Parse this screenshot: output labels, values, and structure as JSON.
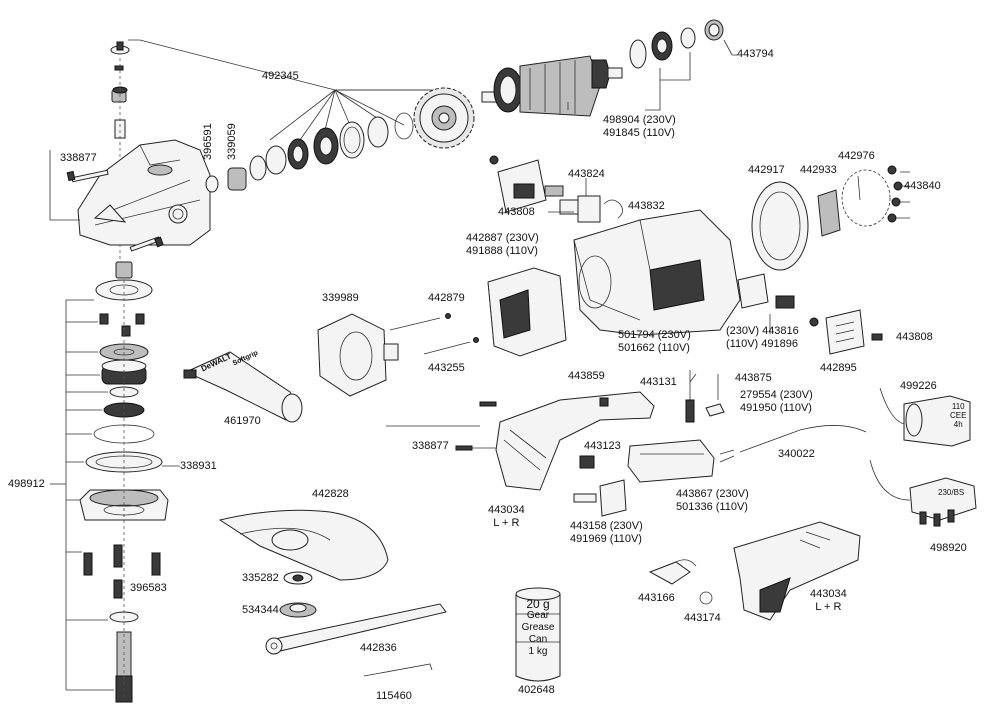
{
  "labels": {
    "p492345": "492345",
    "p443794": "443794",
    "p498904": "498904 (230V)",
    "p491845": "491845 (110V)",
    "p338877a": "338877",
    "p396591": "396591",
    "p339059": "339059",
    "p443824": "443824",
    "p443808a": "443808",
    "p443832": "443832",
    "p442917": "442917",
    "p442933": "442933",
    "p442976": "442976",
    "p443840": "443840",
    "p442887": "442887 (230V)",
    "p491888": "491888 (110V)",
    "p339989": "339989",
    "p442879": "442879",
    "p443255": "443255",
    "p501794": "501794 (230V)",
    "p501662": "501662 (110V)",
    "p443816": "(230V) 443816",
    "p491896": "(110V) 491896",
    "p443808b": "443808",
    "p442895": "442895",
    "p461970": "461970",
    "p443859": "443859",
    "p443131": "443131",
    "p443875": "443875",
    "p279554": "279554 (230V)",
    "p491950": "491950 (110V)",
    "p499226": "499226",
    "p338931": "338931",
    "p498912": "498912",
    "p338877b": "338877",
    "p443123": "443123",
    "p340022": "340022",
    "p443034a": "443034",
    "p443034a_sub": "L + R",
    "p443867": "443867 (230V)",
    "p501336": "501336 (110V)",
    "p443158": "443158 (230V)",
    "p491969": "491969 (110V)",
    "p498920": "498920",
    "p442828": "442828",
    "p335282": "335282",
    "p534344": "534344",
    "p396583": "396583",
    "p442836": "442836",
    "p443166": "443166",
    "p443174": "443174",
    "p443034b": "443034",
    "p443034b_sub": "L + R",
    "p402648": "402648",
    "p115460": "115460"
  },
  "grease": {
    "weight": "20 g",
    "line1": "Gear",
    "line2": "Grease",
    "line3": "Can",
    "line4": "1 kg"
  },
  "plug_110": {
    "l1": "110",
    "l2": "CEE",
    "l3": "4h"
  },
  "plug_uk": {
    "text": "230/BS"
  },
  "handle_brand": "DeWALT",
  "handle_grip": "Softgrip"
}
